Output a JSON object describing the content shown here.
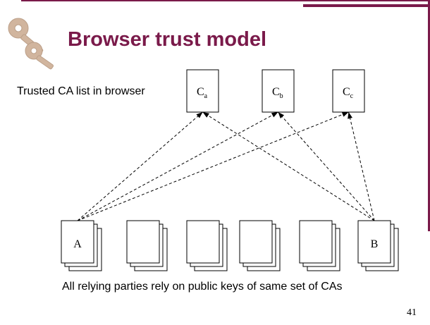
{
  "title": "Browser trust model",
  "ca_list_label": "Trusted CA list in browser",
  "caption": "All relying parties rely on public keys of same set of CAs",
  "page_number": "41",
  "colors": {
    "accent": "#7a1a4a",
    "logo": "#c9a98e"
  },
  "certificate_authorities": [
    {
      "label": "C",
      "subscript": "a"
    },
    {
      "label": "C",
      "subscript": "b"
    },
    {
      "label": "C",
      "subscript": "c"
    }
  ],
  "relying_parties": [
    {
      "label": "A"
    },
    {
      "label": ""
    },
    {
      "label": ""
    },
    {
      "label": ""
    },
    {
      "label": ""
    },
    {
      "label": "B"
    }
  ],
  "trust_links": [
    {
      "from": "A",
      "to": "Ca"
    },
    {
      "from": "A",
      "to": "Cb"
    },
    {
      "from": "A",
      "to": "Cc"
    },
    {
      "from": "B",
      "to": "Ca"
    },
    {
      "from": "B",
      "to": "Cb"
    },
    {
      "from": "B",
      "to": "Cc"
    }
  ]
}
